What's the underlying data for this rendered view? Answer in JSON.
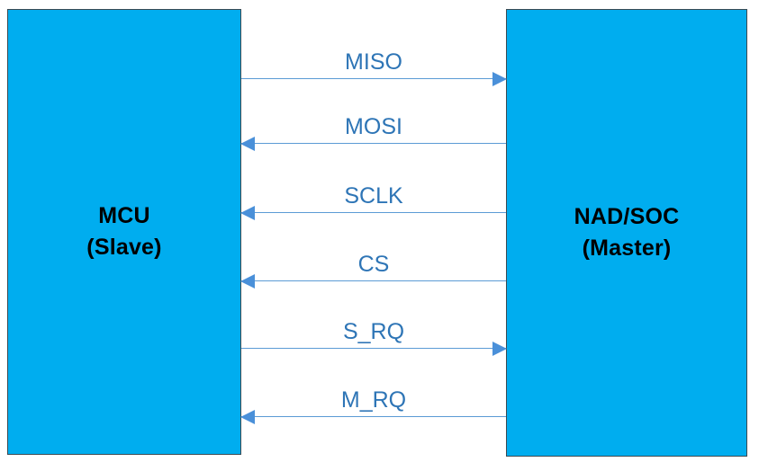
{
  "diagram": {
    "type": "block-interface-diagram",
    "background_color": "#FFFFFF",
    "nodes": [
      {
        "id": "mcu",
        "title": "MCU",
        "role": "(Slave)",
        "fill_color": "#00ADEF",
        "border_color": "#3C4A52",
        "text_color": "#000000"
      },
      {
        "id": "nad_soc",
        "title": "NAD/SOC",
        "role": "(Master)",
        "fill_color": "#00ADEF",
        "border_color": "#3C4A52",
        "text_color": "#000000"
      }
    ],
    "signal_color": "#5B9BD5",
    "arrowhead_color": "#4A90D9",
    "label_color": "#2E75B6",
    "signals": [
      {
        "label": "MISO",
        "direction": "right",
        "from": "mcu",
        "to": "nad_soc"
      },
      {
        "label": "MOSI",
        "direction": "left",
        "from": "nad_soc",
        "to": "mcu"
      },
      {
        "label": "SCLK",
        "direction": "left",
        "from": "nad_soc",
        "to": "mcu"
      },
      {
        "label": "CS",
        "direction": "left",
        "from": "nad_soc",
        "to": "mcu"
      },
      {
        "label": "S_RQ",
        "direction": "right",
        "from": "mcu",
        "to": "nad_soc"
      },
      {
        "label": "M_RQ",
        "direction": "left",
        "from": "nad_soc",
        "to": "mcu"
      }
    ]
  }
}
